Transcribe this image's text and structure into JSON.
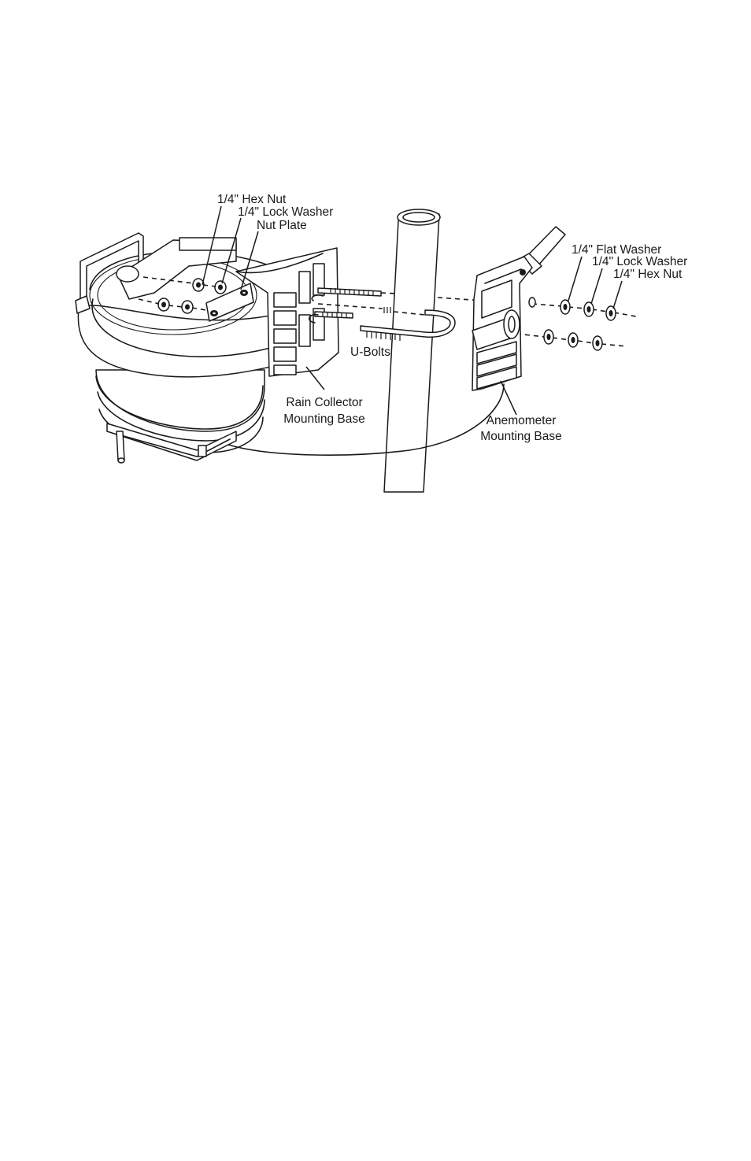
{
  "diagram": {
    "labels": {
      "hex_nut_left": "1/4\" Hex Nut",
      "lock_washer_left": "1/4\" Lock Washer",
      "nut_plate": "Nut Plate",
      "flat_washer_right": "1/4\" Flat Washer",
      "lock_washer_right": "1/4\" Lock Washer",
      "hex_nut_right": "1/4\" Hex Nut",
      "u_bolts": "U-Bolts",
      "rain_collector_line1": "Rain Collector",
      "rain_collector_line2": "Mounting Base",
      "anemometer_line1": "Anemometer",
      "anemometer_line2": "Mounting Base"
    }
  }
}
